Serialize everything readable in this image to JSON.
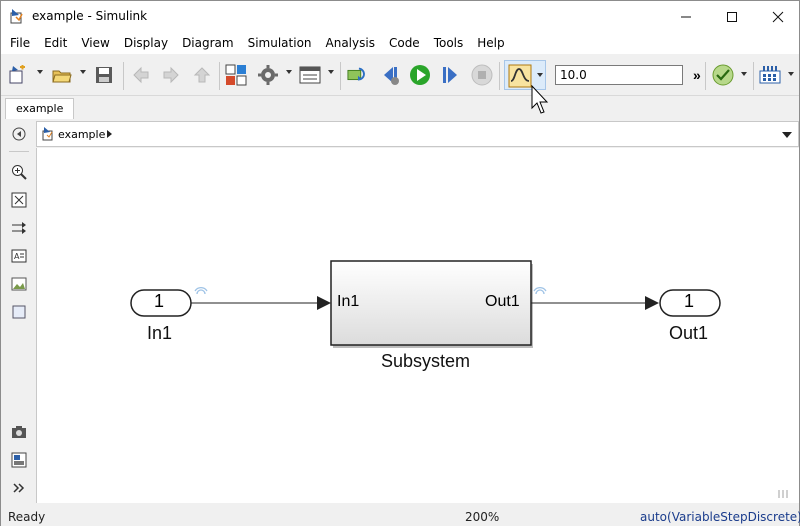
{
  "window": {
    "title": "example - Simulink",
    "min_glyph": "—",
    "max_glyph": "☐",
    "close_glyph": "✕"
  },
  "menu": [
    "File",
    "Edit",
    "View",
    "Display",
    "Diagram",
    "Simulation",
    "Analysis",
    "Code",
    "Tools",
    "Help"
  ],
  "toolbar": {
    "stop_time": "10.0",
    "overflow": "»",
    "icons": [
      "new-model-icon",
      "open-icon",
      "save-icon",
      "back-icon",
      "forward-icon",
      "up-icon",
      "library-browser-icon",
      "model-settings-icon",
      "model-explorer-icon",
      "update-diagram-icon",
      "step-back-icon",
      "run-icon",
      "step-forward-icon",
      "stop-icon",
      "data-inspector-icon",
      "model-advisor-icon",
      "build-icon"
    ]
  },
  "tab": {
    "label": "example"
  },
  "breadcrumb": {
    "model": "example"
  },
  "diagram": {
    "inport": {
      "number": "1",
      "label": "In1"
    },
    "subsystem": {
      "label": "Subsystem",
      "in_port": "In1",
      "out_port": "Out1"
    },
    "outport": {
      "number": "1",
      "label": "Out1"
    }
  },
  "status": {
    "ready": "Ready",
    "zoom": "200%",
    "solver": "auto(VariableStepDiscrete)"
  },
  "colors": {
    "run": "#2aa52a",
    "accent": "#e0a020",
    "signal": "#222222"
  }
}
